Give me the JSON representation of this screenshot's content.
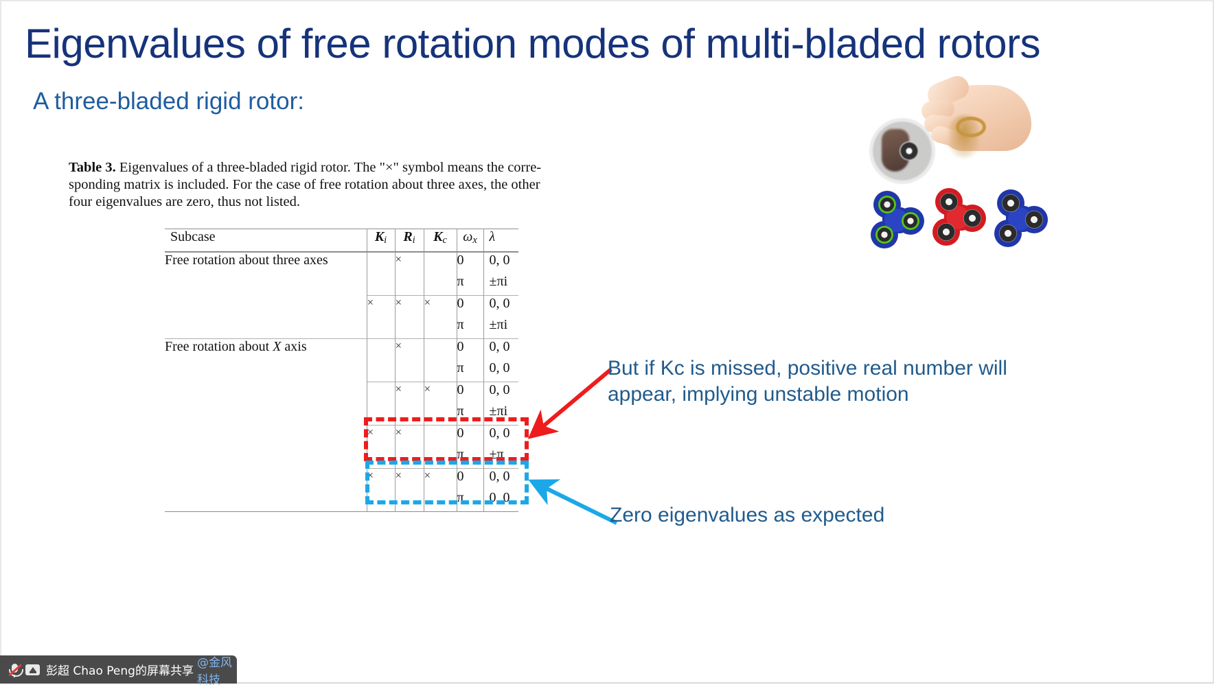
{
  "slide": {
    "title": "Eigenvalues of free rotation modes of multi-bladed rotors",
    "subtitle": "A three-bladed rigid rotor:",
    "title_color": "#16337A",
    "subtitle_color": "#1F5C9E"
  },
  "caption": {
    "label": "Table 3.",
    "line1": "Eigenvalues of a three-bladed rigid rotor. The \"×\" symbol means the corre-",
    "line2": "sponding matrix is included. For the case of free rotation about three axes, the other",
    "line3": "four eigenvalues are zero, thus not listed."
  },
  "table": {
    "headers": {
      "subcase": "Subcase",
      "ki": "K",
      "ki_sub": "i",
      "ri": "R",
      "ri_sub": "i",
      "kc": "K",
      "kc_sub": "c",
      "wx": "ω",
      "wx_sub": "x",
      "lambda": "λ"
    },
    "groups": [
      {
        "subcase": "Free rotation about three axes",
        "rows": [
          {
            "ki": "",
            "ri": "×",
            "kc": "",
            "wx": "0",
            "lambda": "0, 0",
            "sep": "thin"
          },
          {
            "ki": "",
            "ri": "",
            "kc": "",
            "wx": "π",
            "lambda": "±πi",
            "sep": "none"
          },
          {
            "ki": "×",
            "ri": "×",
            "kc": "×",
            "wx": "0",
            "lambda": "0, 0",
            "sep": "thin"
          },
          {
            "ki": "",
            "ri": "",
            "kc": "",
            "wx": "π",
            "lambda": "±πi",
            "sep": "none"
          }
        ]
      },
      {
        "subcase_pre": "Free rotation about ",
        "subcase_var": "X",
        "subcase_post": " axis",
        "rows": [
          {
            "ki": "",
            "ri": "×",
            "kc": "",
            "wx": "0",
            "lambda": "0, 0",
            "sep": "thin"
          },
          {
            "ki": "",
            "ri": "",
            "kc": "",
            "wx": "π",
            "lambda": "0, 0",
            "sep": "none"
          },
          {
            "ki": "",
            "ri": "×",
            "kc": "×",
            "wx": "0",
            "lambda": "0, 0",
            "sep": "thin"
          },
          {
            "ki": "",
            "ri": "",
            "kc": "",
            "wx": "π",
            "lambda": "±πi",
            "sep": "none"
          },
          {
            "ki": "×",
            "ri": "×",
            "kc": "",
            "wx": "0",
            "lambda": "0, 0",
            "sep": "thin",
            "highlight": "red"
          },
          {
            "ki": "",
            "ri": "",
            "kc": "",
            "wx": "π",
            "lambda": "±π",
            "sep": "none",
            "highlight": "red"
          },
          {
            "ki": "×",
            "ri": "×",
            "kc": "×",
            "wx": "0",
            "lambda": "0, 0",
            "sep": "thin",
            "highlight": "blue"
          },
          {
            "ki": "",
            "ri": "",
            "kc": "",
            "wx": "π",
            "lambda": "0, 0",
            "sep": "none",
            "highlight": "blue"
          }
        ]
      }
    ]
  },
  "annotations": {
    "red": {
      "line1": "But if Kc is missed, positive real number will",
      "line2": "appear, implying unstable motion",
      "color": "#EE1C1C",
      "text_color": "#215B8C"
    },
    "blue": {
      "line1": "Zero eigenvalues as expected",
      "color": "#1BA8E8",
      "text_color": "#215B8C"
    }
  },
  "taskbar": {
    "mic_icon": "microphone-muted-icon",
    "share_icon": "screen-share-icon",
    "text": "彭超 Chao Peng的屏幕共享",
    "tag": "@金风科技",
    "background": "#4a4a4a"
  },
  "image": {
    "name": "fidget-spinner-photo",
    "spinners": [
      {
        "body": "#2136a8",
        "bearing": "green"
      },
      {
        "body": "#d31b22",
        "bearing": "black"
      },
      {
        "body": "#2136a8",
        "bearing": "black"
      }
    ]
  }
}
